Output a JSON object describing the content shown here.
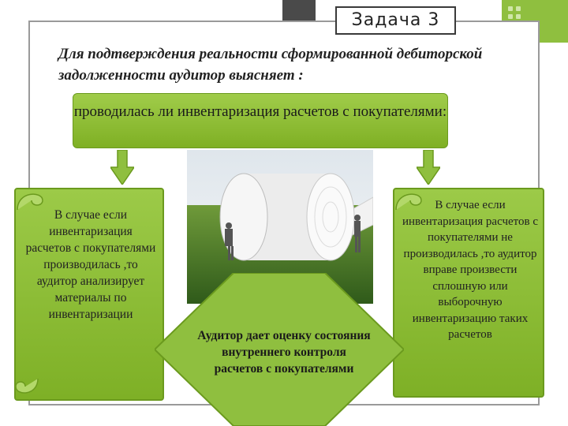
{
  "slide": {
    "title": "Задача 3",
    "intro": "Для подтверждения реальности сформированной дебиторской задолженности аудитор выясняет :",
    "question": "проводилась ли инвентаризация расчетов с покупателями:",
    "left_case": "В случае если инвентаризация расчетов с покупателями производилась ,то аудитор анализирует материалы по инвентаризации",
    "right_case": "В случае если инвентаризация расчетов с покупателями не производилась ,то аудитор вправе произвести сплошную или выборочную инвентаризацию таких расчетов",
    "center_note": "Аудитор дает оценку состояния внутреннего контроля расчетов с покупателями"
  },
  "colors": {
    "accent_green": "#8fbf3f",
    "dark_green": "#6b9a1e",
    "corner_dark": "#4a4a4a"
  }
}
